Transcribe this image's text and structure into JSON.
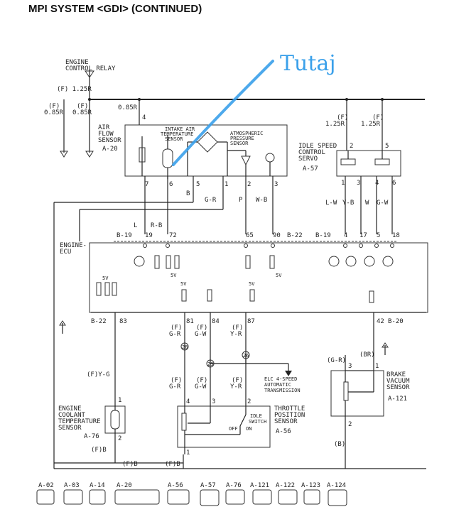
{
  "title": "MPI SYSTEM <GDI> (CONTINUED)",
  "annotation": "Tutaj",
  "relay": {
    "line1": "ENGINE",
    "line2": "CONTROL RELAY"
  },
  "wires": {
    "f125r": "(F) 1.25R",
    "f085r_a": "(F)",
    "f085r_a2": "0.85R",
    "f085r_b": "(F)",
    "f085r_b2": "0.85R",
    "f085r_c": "0.85R",
    "isc_a1": "(F)",
    "isc_a2": "1.25R",
    "isc_b1": "(F)",
    "isc_b2": "1.25R",
    "L": "L",
    "RB": "R-B",
    "B": "B",
    "GR": "G-R",
    "P": "P",
    "WB": "W-B",
    "LW": "L-W",
    "YB": "Y-B",
    "W": "W",
    "GW": "G-W",
    "fyg": "(F)Y-G",
    "fgr1": "(F)",
    "fgr2": "G-R",
    "fgw1": "(F)",
    "fgw2": "G-W",
    "fyr1": "(F)",
    "fyr2": "Y-R",
    "fgr_lower1": "(F)",
    "fgr_lower2": "G-R",
    "fgw_lower1": "(F)",
    "fgw_lower2": "G-W",
    "fyr_lower1": "(F)",
    "fyr_lower2": "Y-R",
    "gr_paren": "(G-R)",
    "br_paren": "(BR)",
    "fb1": "(F)B",
    "fb2": "(F)B",
    "fb3": "(F)B",
    "b_paren": "(B)"
  },
  "airflow": {
    "label1": "AIR",
    "label2": "FLOW",
    "label3": "SENSOR",
    "conn": "A-20",
    "iat1": "INTAKE AIR",
    "iat2": "TEMPERATURE",
    "iat3": "SENSOR",
    "atm1": "ATMOSPHERIC",
    "atm2": "PRESSURE",
    "atm3": "SENSOR",
    "pins": [
      "4",
      "7",
      "6",
      "5",
      "1",
      "2",
      "3"
    ]
  },
  "isc": {
    "label1": "IDLE SPEED",
    "label2": "CONTROL",
    "label3": "SERVO",
    "conn": "A-57",
    "pins_top": [
      "2",
      "5"
    ],
    "pins_bottom": [
      "1",
      "3",
      "4",
      "6"
    ]
  },
  "ecu": {
    "label1": "ENGINE-",
    "label2": "ECU",
    "conn_b19": "B-19",
    "conn_b22": "B-22",
    "conn_b19b": "B-19",
    "conn_b22b": "B-22",
    "conn_b20": "B-20",
    "pins_top": [
      "19",
      "72",
      "65",
      "90",
      "4",
      "17",
      "5",
      "18"
    ],
    "pins_bottom": [
      "83",
      "81",
      "84",
      "87",
      "42"
    ],
    "v5": "5V"
  },
  "elc": {
    "line1": "ELC 4-SPEED",
    "line2": "AUTOMATIC",
    "line3": "TRANSMISSION"
  },
  "coolant": {
    "line1": "ENGINE",
    "line2": "COOLANT",
    "line3": "TEMPERATURE",
    "line4": "SENSOR",
    "conn": "A-76",
    "pins": [
      "1",
      "2"
    ]
  },
  "tps": {
    "line1": "THROTTLE",
    "line2": "POSITION",
    "line3": "SENSOR",
    "conn": "A-56",
    "idle1": "IDLE",
    "idle2": "SWITCH",
    "off": "OFF",
    "on": "ON",
    "pins": [
      "4",
      "3",
      "2",
      "1"
    ]
  },
  "brake": {
    "line1": "BRAKE",
    "line2": "VACUUM",
    "line3": "SENSOR",
    "conn": "A-121",
    "pins": [
      "3",
      "1",
      "2"
    ]
  },
  "junctions": [
    "28",
    "29",
    "26"
  ],
  "connectors": [
    "A-02",
    "A-03",
    "A-14",
    "A-20",
    "A-56",
    "A-57",
    "A-76",
    "A-121",
    "A-122",
    "A-123",
    "A-124"
  ]
}
